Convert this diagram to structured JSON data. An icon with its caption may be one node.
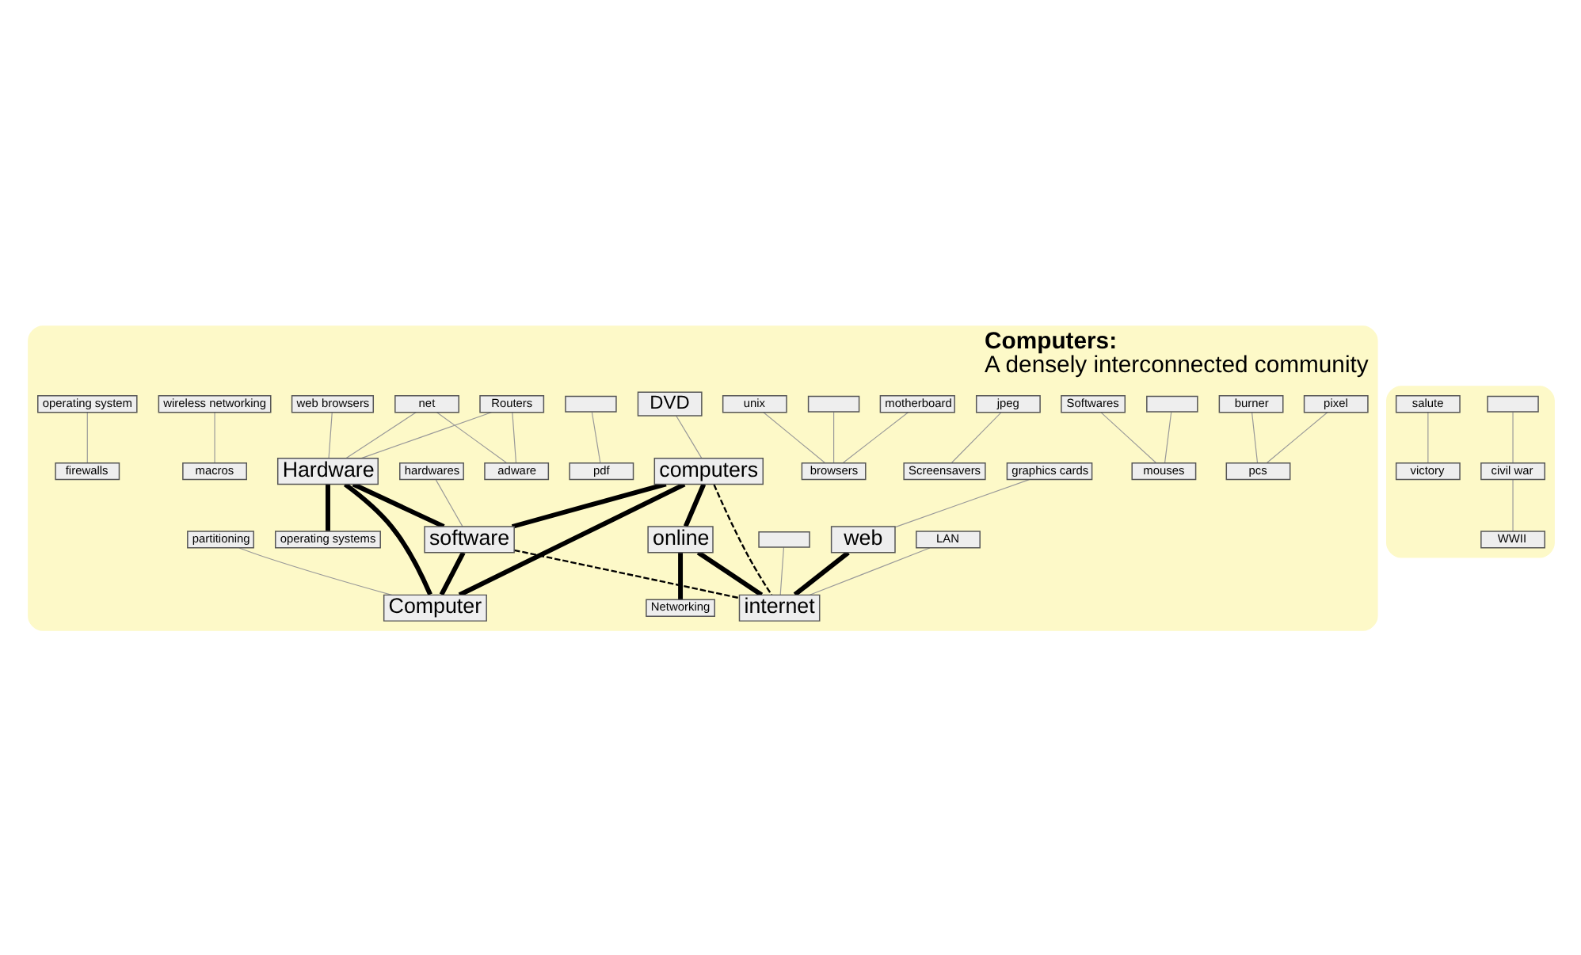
{
  "diagram": {
    "nodes": [
      {
        "text": [
          "Computers:",
          "A densely interconnected community"
        ]
      },
      {
        "text": [
          "burner"
        ],
        "in": 0
      },
      {
        "text": [
          "pixel"
        ],
        "in": 0
      },
      {
        "text": [
          "Softwares"
        ],
        "in": 0
      },
      {
        "text": [
          "Routers"
        ],
        "in": 0
      },
      {
        "text": [],
        "shape": "box",
        "in": 0
      },
      {
        "text": [
          "web browsers"
        ],
        "in": 0
      },
      {
        "text": [
          "adware"
        ],
        "in": 0
      },
      {
        "text": [
          "jpeg"
        ],
        "in": 0
      },
      {
        "text": [],
        "shape": "box",
        "in": 0
      },
      {
        "text": [
          "mouses"
        ],
        "in": 0
      },
      {
        "text": [
          "net"
        ],
        "in": 0
      },
      {
        "text": [
          "Hardware"
        ],
        "in": 0
      },
      {
        "text": [
          "unix"
        ],
        "in": 0
      },
      {
        "text": [
          "pcs"
        ],
        "in": 0
      },
      {
        "text": [
          "browsers"
        ],
        "in": 0
      },
      {
        "text": [],
        "shape": "box",
        "in": 0
      },
      {
        "text": [
          "Screensavers"
        ],
        "in": 0
      },
      {
        "text": [
          "motherboard"
        ],
        "in": 0
      },
      {
        "text": [
          "pdf"
        ],
        "in": 0
      },
      {
        "text": [
          "graphics cards"
        ],
        "in": 0
      },
      {
        "text": [
          "computers"
        ],
        "in": 0
      },
      {
        "text": [
          "software"
        ],
        "in": 0
      },
      {
        "text": [
          "DVD"
        ],
        "in": 0
      },
      {
        "text": [
          "hardwares"
        ],
        "in": 0
      },
      {
        "text": [
          "web"
        ],
        "in": 0
      },
      {
        "text": [
          "online"
        ],
        "in": 0
      },
      {
        "text": [
          "wireless networking"
        ],
        "in": 0
      },
      {
        "text": [
          "operating system"
        ],
        "in": 0
      },
      {
        "text": [
          "Networking"
        ],
        "in": 0
      },
      {
        "text": [
          "operating systems"
        ],
        "in": 0
      },
      {
        "text": [
          "LAN"
        ],
        "in": 0
      },
      {
        "text": [
          "macros"
        ],
        "in": 0
      },
      {
        "text": [
          "firewalls"
        ],
        "in": 0
      },
      {
        "text": [
          "partitioning"
        ],
        "in": 0
      },
      {
        "text": [
          "Computer"
        ],
        "in": 0
      },
      {
        "text": [],
        "shape": "box",
        "in": 0
      },
      {
        "text": [
          "internet"
        ],
        "in": 0
      },
      {
        "text": [],
        "shape": "cloud"
      },
      {
        "text": [],
        "shape": "box",
        "in": 38
      },
      {
        "text": [
          "salute"
        ],
        "in": 38
      },
      {
        "text": [
          "civil war"
        ],
        "in": 38
      },
      {
        "text": [
          "victory"
        ],
        "in": 38
      },
      {
        "text": [
          "WWII"
        ],
        "in": 38
      }
    ],
    "edges": [
      {
        "from": 12,
        "to": 35,
        "arrow": "none",
        "style": "thick",
        "color": "#000000"
      },
      {
        "from": 12,
        "to": 30,
        "arrow": "none",
        "style": "thick",
        "color": "#000000"
      },
      {
        "from": 12,
        "to": 22,
        "arrow": "none",
        "style": "thick",
        "color": "#000000"
      },
      {
        "from": 21,
        "to": 22,
        "arrow": "none",
        "style": "thick",
        "color": "#000000"
      },
      {
        "from": 21,
        "to": 26,
        "arrow": "none",
        "style": "thick",
        "color": "#000000"
      },
      {
        "from": 25,
        "to": 37,
        "arrow": "none",
        "style": "thick",
        "color": "#000000"
      },
      {
        "from": 26,
        "to": 29,
        "arrow": "none",
        "style": "thick",
        "color": "#000000"
      },
      {
        "from": 26,
        "to": 37,
        "arrow": "none",
        "style": "thick",
        "color": "#000000"
      },
      {
        "from": 22,
        "to": 35,
        "arrow": "none",
        "style": "thick",
        "color": "#000000"
      },
      {
        "from": 21,
        "to": 35,
        "arrow": "none",
        "style": "thick",
        "color": "#000000"
      },
      {
        "from": 21,
        "to": 37,
        "arrow": "none",
        "style": "dashed",
        "color": "#000000"
      },
      {
        "from": 22,
        "to": 37,
        "arrow": "none",
        "style": "dashed",
        "color": "#000000"
      },
      {
        "from": 4,
        "to": 7,
        "arrow": "none"
      },
      {
        "from": 4,
        "to": 12,
        "arrow": "none"
      },
      {
        "from": 1,
        "to": 14,
        "arrow": "none"
      },
      {
        "from": 6,
        "to": 12,
        "arrow": "none"
      },
      {
        "from": 11,
        "to": 12,
        "arrow": "none"
      },
      {
        "from": 11,
        "to": 7,
        "arrow": "none"
      },
      {
        "from": 3,
        "to": 10,
        "arrow": "none"
      },
      {
        "from": 9,
        "to": 15,
        "arrow": "none"
      },
      {
        "from": 13,
        "to": 15,
        "arrow": "none"
      },
      {
        "from": 27,
        "to": 32,
        "arrow": "none"
      },
      {
        "from": 28,
        "to": 33,
        "arrow": "none"
      },
      {
        "from": 5,
        "to": 10,
        "arrow": "none"
      },
      {
        "from": 16,
        "to": 19,
        "arrow": "none"
      },
      {
        "from": 2,
        "to": 14,
        "arrow": "none"
      },
      {
        "from": 18,
        "to": 15,
        "arrow": "none"
      },
      {
        "from": 24,
        "to": 22,
        "arrow": "none"
      },
      {
        "from": 31,
        "to": 37,
        "arrow": "none"
      },
      {
        "from": 34,
        "to": 35,
        "arrow": "none"
      },
      {
        "from": 20,
        "to": 25,
        "arrow": "none"
      },
      {
        "from": 8,
        "to": 17,
        "arrow": "none"
      },
      {
        "from": 23,
        "to": 21,
        "arrow": "none"
      },
      {
        "from": 36,
        "to": 37,
        "arrow": "none"
      },
      {
        "from": 40,
        "to": 42,
        "arrow": "none"
      },
      {
        "from": 39,
        "to": 41,
        "arrow": "none"
      },
      {
        "from": 41,
        "to": 43,
        "arrow": "none"
      }
    ]
  }
}
